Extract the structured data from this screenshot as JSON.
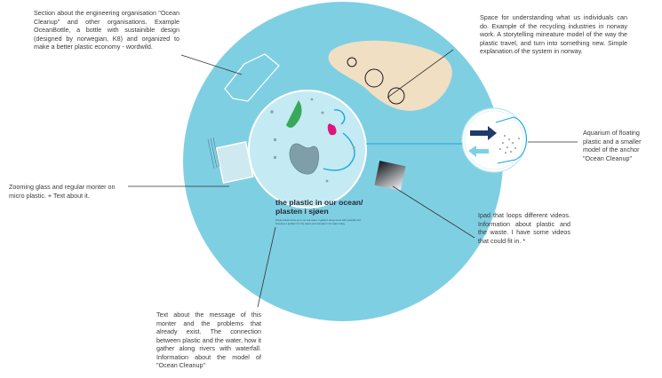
{
  "title": "the plastic in our ocean/ plasten i sjøen",
  "board_text": "Ocean plastic ends up in our sea water, it gathers along rivers with waterfall and becomes a problem for the nature and animals in the water today.",
  "annotations": {
    "engineering": "Section about the engineering organisation \"Ocean Cleanup\" and other organisations. Example OceanBottle, a bottle with sustainible design (designed by norwegian, K8) and organized to make a better plastic economy - wordwild.",
    "recycling": "Space for understanding what us individuals can do. Example of the recycling industries in norway work. A storytelling mineature model of the way the plastic travel, and turn into something new. Simple explanation.of the system in norway.",
    "aquarium": "Aquarium of floating plastic and a smaller model of the anchor \"Ocean Cleanup\"",
    "zoom": "Zooming glass and regular monter on micro plastic. + Text about it.",
    "ipad": "Ipad that loops different videos. Information about plastic and the waste. I have some videos that could fit in. *",
    "message": "Text about the message of this monter and the problems that already exist. The connection between plastic and the water, how it gather along rivers with waterfall. Information about the model of \"Ocean Cleanup\""
  },
  "colors": {
    "outer_disc": "#7fcfe3",
    "inner_disc": "#c4eaf3",
    "sand": "#f1dfc3",
    "green": "#3aa85a",
    "magenta": "#e0147a",
    "accent_blue": "#1aa6d9",
    "grey_shape": "#7f9fa8",
    "line": "#333333"
  }
}
